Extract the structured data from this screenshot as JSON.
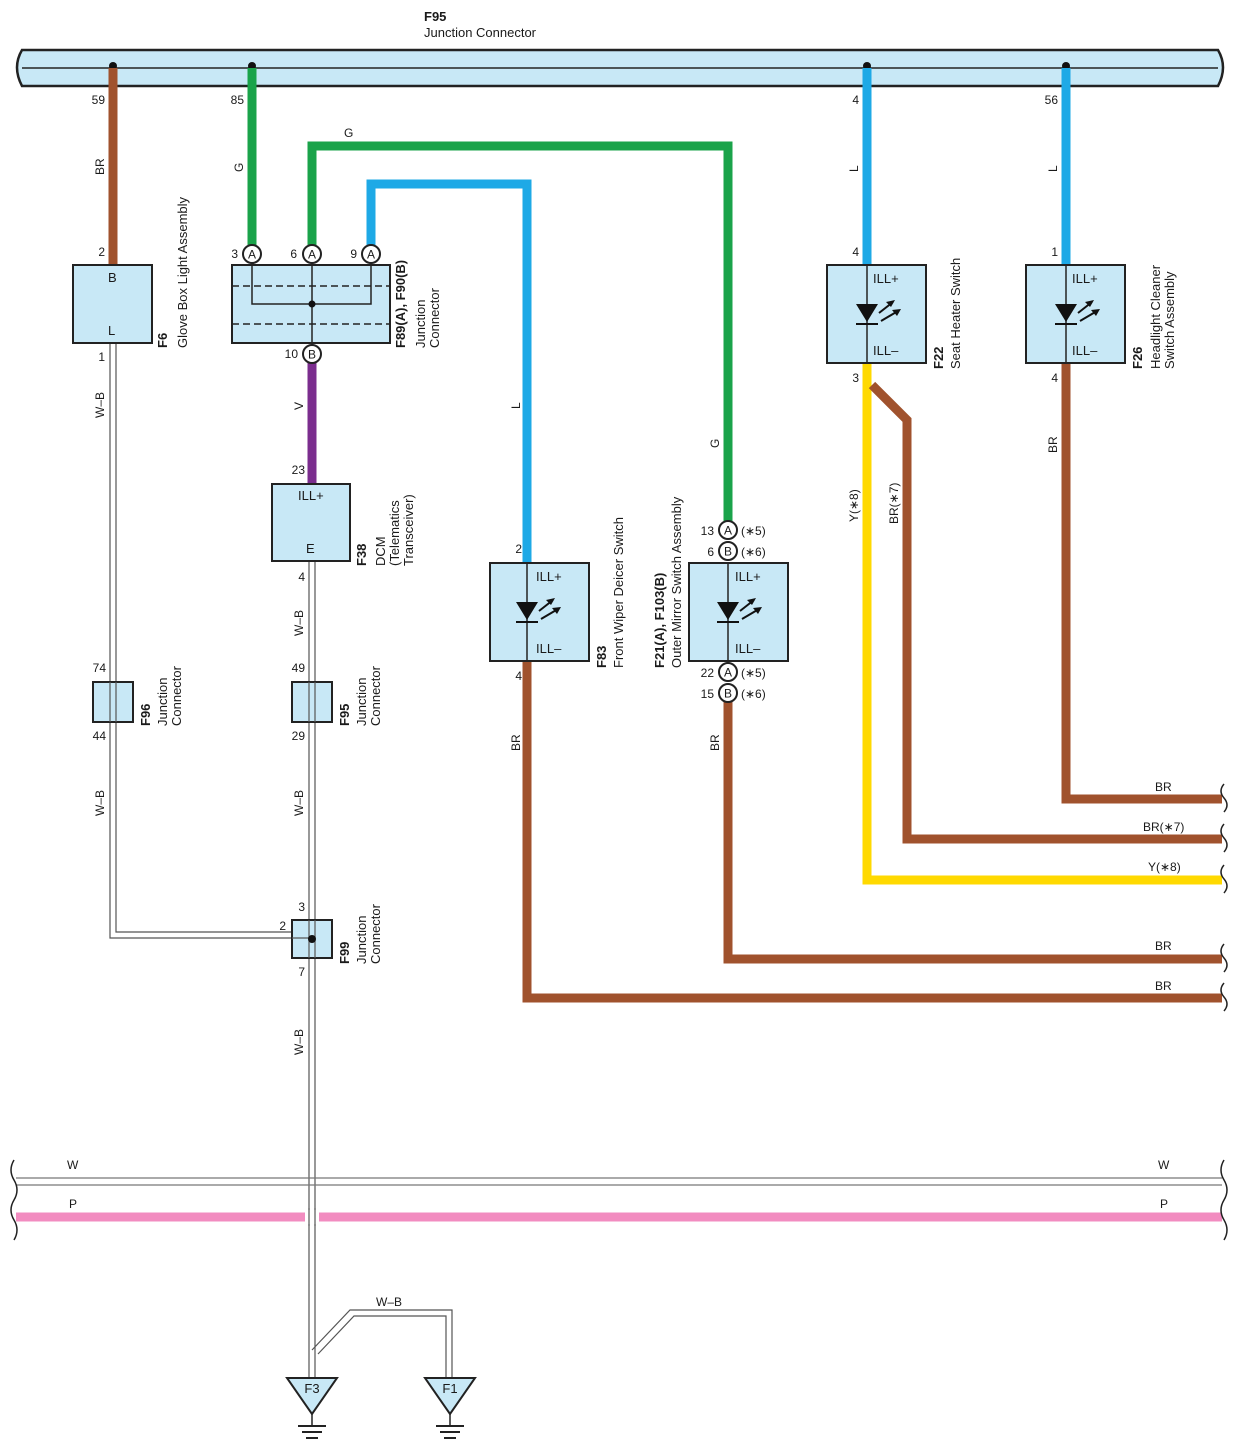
{
  "title": {
    "code": "F95",
    "name": "Junction Connector"
  },
  "colors": {
    "BR": "#a0522d",
    "G": "#1aa34a",
    "L": "#1ea9e6",
    "V": "#7b2d8e",
    "Y": "#ffd900",
    "P": "#f28cc0",
    "W": "#ffffff",
    "bus": "#c8e8f6",
    "box": "#c8e8f6"
  },
  "pins": {
    "p59": "59",
    "p85": "85",
    "p4": "4",
    "p56": "56",
    "f6_2": "2",
    "f6_1": "1",
    "f89_3": "3",
    "f89_6": "6",
    "f89_9": "9",
    "f89_10": "10",
    "f38_23": "23",
    "f38_4": "4",
    "f22_4": "4",
    "f22_3": "3",
    "f26_1": "1",
    "f26_4": "4",
    "f83_2": "2",
    "f83_4": "4",
    "f21_13": "13",
    "f21_6": "6",
    "f21_22": "22",
    "f21_15": "15",
    "f96_74": "74",
    "f96_44": "44",
    "f95_49": "49",
    "f95_29": "29",
    "f99_3": "3",
    "f99_2": "2",
    "f99_7": "7"
  },
  "wire_labels": {
    "br": "BR",
    "g": "G",
    "l": "L",
    "v": "V",
    "wb": "W–B",
    "y8": "Y(∗8)",
    "br7": "BR(∗7)",
    "w": "W",
    "p": "P"
  },
  "connectors": {
    "f6": {
      "code": "F6",
      "name": "Glove Box Light Assembly",
      "t1": "B",
      "t2": "L"
    },
    "f89": {
      "code": "F89(A), F90(B)",
      "name1": "Junction",
      "name2": "Connector",
      "ca": "A",
      "cb": "B"
    },
    "f38": {
      "code": "F38",
      "name1": "DCM",
      "name2": "(Telematics",
      "name3": "Transceiver)",
      "t1": "ILL+",
      "t2": "E"
    },
    "f22": {
      "code": "F22",
      "name": "Seat Heater Switch",
      "t1": "ILL+",
      "t2": "ILL–"
    },
    "f26": {
      "code": "F26",
      "name1": "Headlight Cleaner",
      "name2": "Switch Assembly",
      "t1": "ILL+",
      "t2": "ILL–"
    },
    "f83": {
      "code": "F83",
      "name": "Front Wiper Deicer Switch",
      "t1": "ILL+",
      "t2": "ILL–"
    },
    "f21": {
      "code": "F21(A), F103(B)",
      "name": "Outer Mirror Switch Assembly",
      "t1": "ILL+",
      "t2": "ILL–",
      "n5": "(∗5)",
      "n6": "(∗6)"
    },
    "f96": {
      "code": "F96",
      "name1": "Junction",
      "name2": "Connector"
    },
    "f95": {
      "code": "F95",
      "name1": "Junction",
      "name2": "Connector"
    },
    "f99": {
      "code": "F99",
      "name1": "Junction",
      "name2": "Connector"
    }
  },
  "grounds": {
    "f3": "F3",
    "f1": "F1"
  }
}
